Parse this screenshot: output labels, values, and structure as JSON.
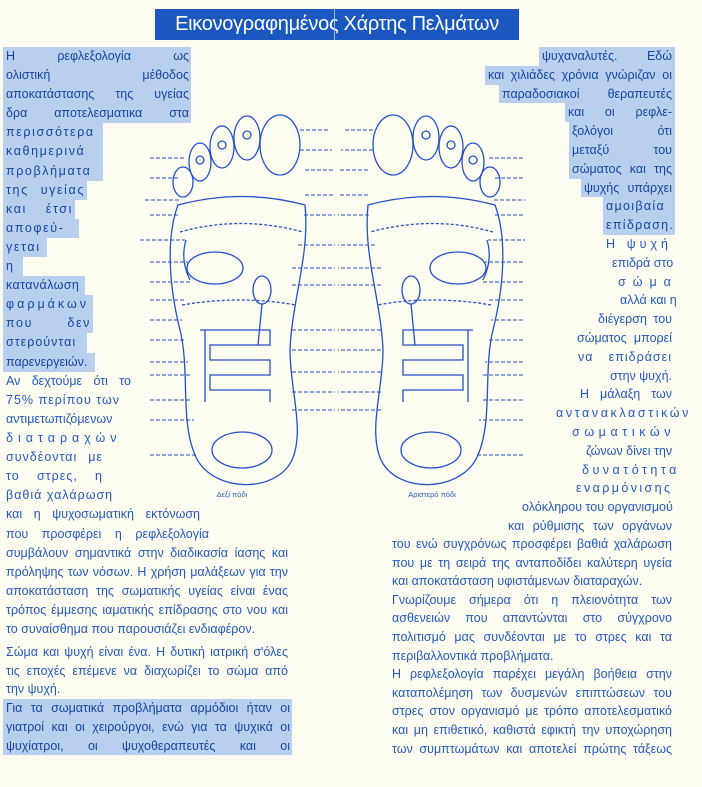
{
  "title": "Εικονογραφημένος Χάρτης Πελμάτων",
  "left_column": {
    "highlighted_lines": [
      "Η ρεφλεξολογία ως",
      "ολιστική μέθοδος",
      "αποκατάστασης της υγείας",
      "δρα αποτελεσματικα στα",
      "περισσότερα",
      "καθημερινά",
      "προβλήματα",
      "της υγείας",
      "και έτσι",
      "αποφεύ-",
      "γεται",
      "η",
      "κατανάλωση",
      "φαρμάκων",
      "που δεν",
      "στερούνται",
      "παρενεργειών."
    ],
    "plain_lines": [
      "Αν δεχτούμε ότι το",
      "75% περίπου των",
      "αντιμετωπιζόμενων",
      "διαταραχών",
      "συνδέονται με",
      "το στρες, η",
      "βαθιά χαλάρωση",
      "και η ψυχοσωματική εκτόνωση",
      "που προσφέρει η ρεφλεξολογία",
      "συμβάλουν σημαντικά στην διαδικασία ίασης και",
      "πρόληψης των νόσων. Η χρήση μαλάξεων για την",
      "αποκατάσταση της σωματικής υγείας είναι ένας",
      "τρόπος έμμεσης ιαματικής επίδρασης στο νου και",
      "το συναίσθημα που παρουσιάζει ενδιαφέρον."
    ],
    "paragraph2_lines": [
      "Σώμα και ψυχή είναι ένα. Η δυτική ιατρική σ'όλες",
      "τις εποχές επέμενε να διαχωρίζει το σώμα από",
      "την ψυχή."
    ],
    "highlighted_end_lines": [
      "Για τα σωματικά προβλήματα αρμόδιοι ήταν οι",
      "γιατροί και οι χειρούργοι, ενώ για τα ψυχικά οι",
      "ψυχίατροι, οι ψυχοθεραπευτές και οι"
    ]
  },
  "right_column": {
    "highlighted_lines": [
      "ψυχαναλυτές. Εδώ",
      "και χιλιάδες χρόνια γνώριζαν οι",
      "παραδοσιακοί θεραπευτές",
      "και οι ρεφλε-",
      "ξολόγοι ότι",
      "μεταξύ του",
      "σώματος και της",
      "ψυχής υπάρχει",
      "αμοιβαία",
      "επίδραση."
    ],
    "plain_lines": [
      "Η ψυχή",
      "επιδρά στο",
      "σώμα",
      "αλλά και η",
      "διέγερση του",
      "σώματος μπορεί",
      "να επιδράσει",
      "στην ψυχή.",
      "Η μάλαξη των",
      "αντανακλαστικών",
      "σωματικών",
      "ζώνων δίνει την",
      "δυνατότητα",
      "εναρμόνισης",
      "ολόκληρου του οργανισμού",
      "και ρύθμισης των οργάνων"
    ],
    "bottom_lines": [
      "του ενώ συγχρόνως προσφέρει βαθιά χαλάρωση",
      "που με τη σειρά της ανταποδίδει καλύτερη υγεία",
      "και αποκατάσταση υφιστάμενων διαταραχών.",
      "Γνωρίζουμε σήμερα ότι η πλειονότητα των",
      "ασθενειών που απαντώνται στο σύγχρονο",
      "πολιτισμό μας συνδέονται με το στρες και τα",
      "περιβαλλοντικά προβλήματα.",
      "Η ρεφλεξολογία παρέχει μεγάλη βοήθεια στην",
      "καταπολέμηση των δυσμενών επιπτώσεων του",
      "στρες στον οργανισμό με τρόπο αποτελεσματικό",
      "και μη επιθετικό, καθιστά εφικτή την υποχώρηση",
      "των συμπτωμάτων και αποτελεί πρώτης τάξεως"
    ]
  },
  "diagram": {
    "right_foot_caption": "Δεξί πόδι",
    "left_foot_caption": "Αριστερό πόδι"
  },
  "colors": {
    "title_bg": "#1a57bf",
    "highlight": "#b9cfee",
    "text": "#2459c0",
    "diagram_ink": "#2450c8"
  }
}
